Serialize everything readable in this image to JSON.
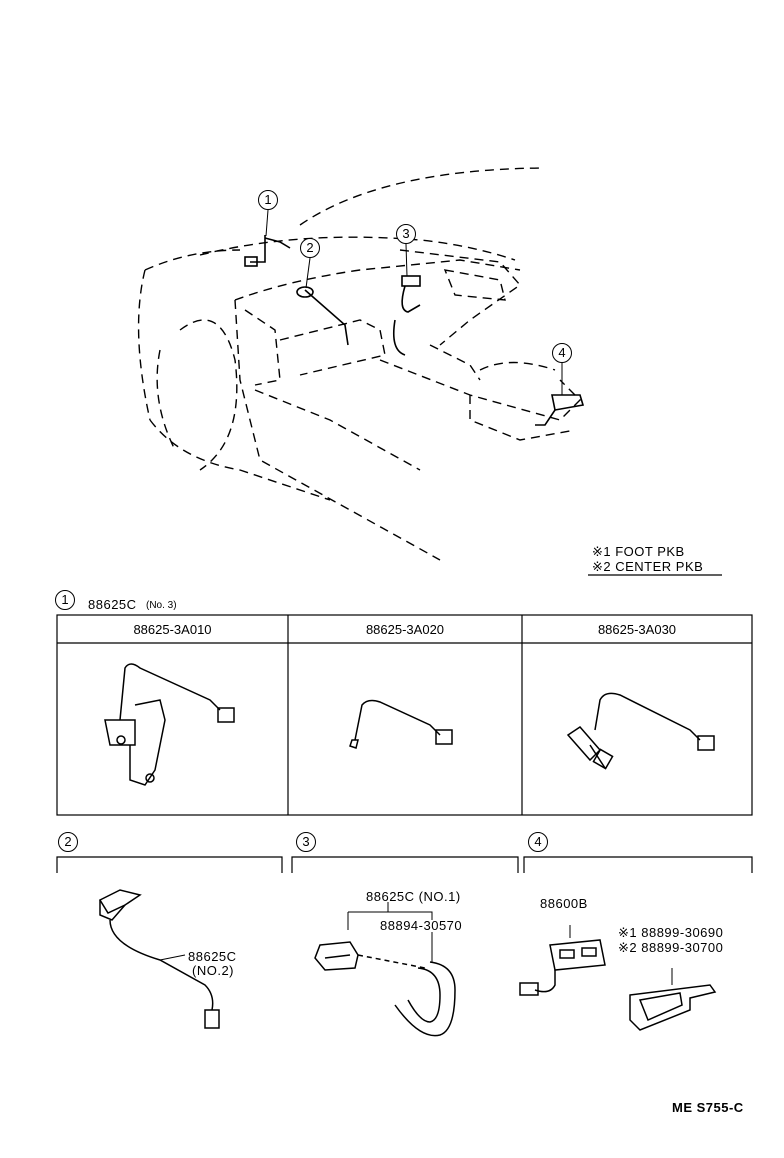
{
  "overview": {
    "callouts": [
      "1",
      "2",
      "3",
      "4"
    ]
  },
  "legend": {
    "line1": "※1 FOOT PKB",
    "line2": "※2 CENTER PKB"
  },
  "section1": {
    "number": "1",
    "part": "88625C",
    "note": "(No. 3)",
    "columns": [
      "88625-3A010",
      "88625-3A020",
      "88625-3A030"
    ]
  },
  "section2": {
    "number": "2",
    "part": "88625C",
    "note": "(NO.2)"
  },
  "section3": {
    "number": "3",
    "part_a": "88625C (NO.1)",
    "part_b": "88894-30570"
  },
  "section4": {
    "number": "4",
    "part_a": "88600B",
    "part_b": "※1 88899-30690",
    "part_c": "※2 88899-30700"
  },
  "footer": {
    "code": "ME S755-C"
  }
}
